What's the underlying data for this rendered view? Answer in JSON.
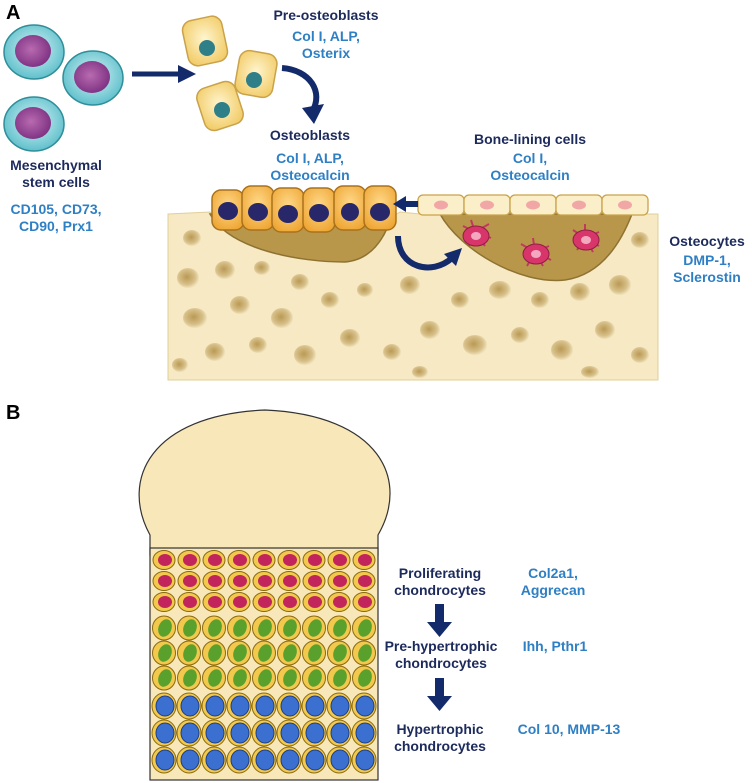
{
  "panel_a": {
    "letter": "A",
    "msc_label": [
      "Mesenchymal",
      "stem cells"
    ],
    "msc_markers": [
      "CD105, CD73,",
      "CD90, Prx1"
    ],
    "preosteoblast_label": "Pre-osteoblasts",
    "preosteoblast_markers": [
      "Col I, ALP,",
      "Osterix"
    ],
    "osteoblast_label": "Osteoblasts",
    "osteoblast_markers": [
      "Col I, ALP,",
      "Osteocalcin"
    ],
    "bonelining_label": "Bone-lining cells",
    "bonelining_markers": [
      "Col I,",
      "Osteocalcin"
    ],
    "osteocyte_label": "Osteocytes",
    "osteocyte_markers": [
      "DMP-1,",
      "Sclerostin"
    ]
  },
  "panel_b": {
    "letter": "B",
    "stages": [
      {
        "name": [
          "Proliferating",
          "chondrocytes"
        ],
        "markers": [
          "Col2a1,",
          "Aggrecan"
        ]
      },
      {
        "name": [
          "Pre-hypertrophic",
          "chondrocytes"
        ],
        "markers": [
          "Ihh, Pthr1"
        ]
      },
      {
        "name": [
          "Hypertrophic",
          "chondrocytes"
        ],
        "markers": [
          "Col 10, MMP-13"
        ]
      }
    ]
  },
  "colors": {
    "dark_text": "#1c2a5c",
    "blue_text": "#2e7fc4",
    "arrow": "#132a6b",
    "bone": "#f6e9c3",
    "cartilage_cap": "#f8e7b8"
  }
}
